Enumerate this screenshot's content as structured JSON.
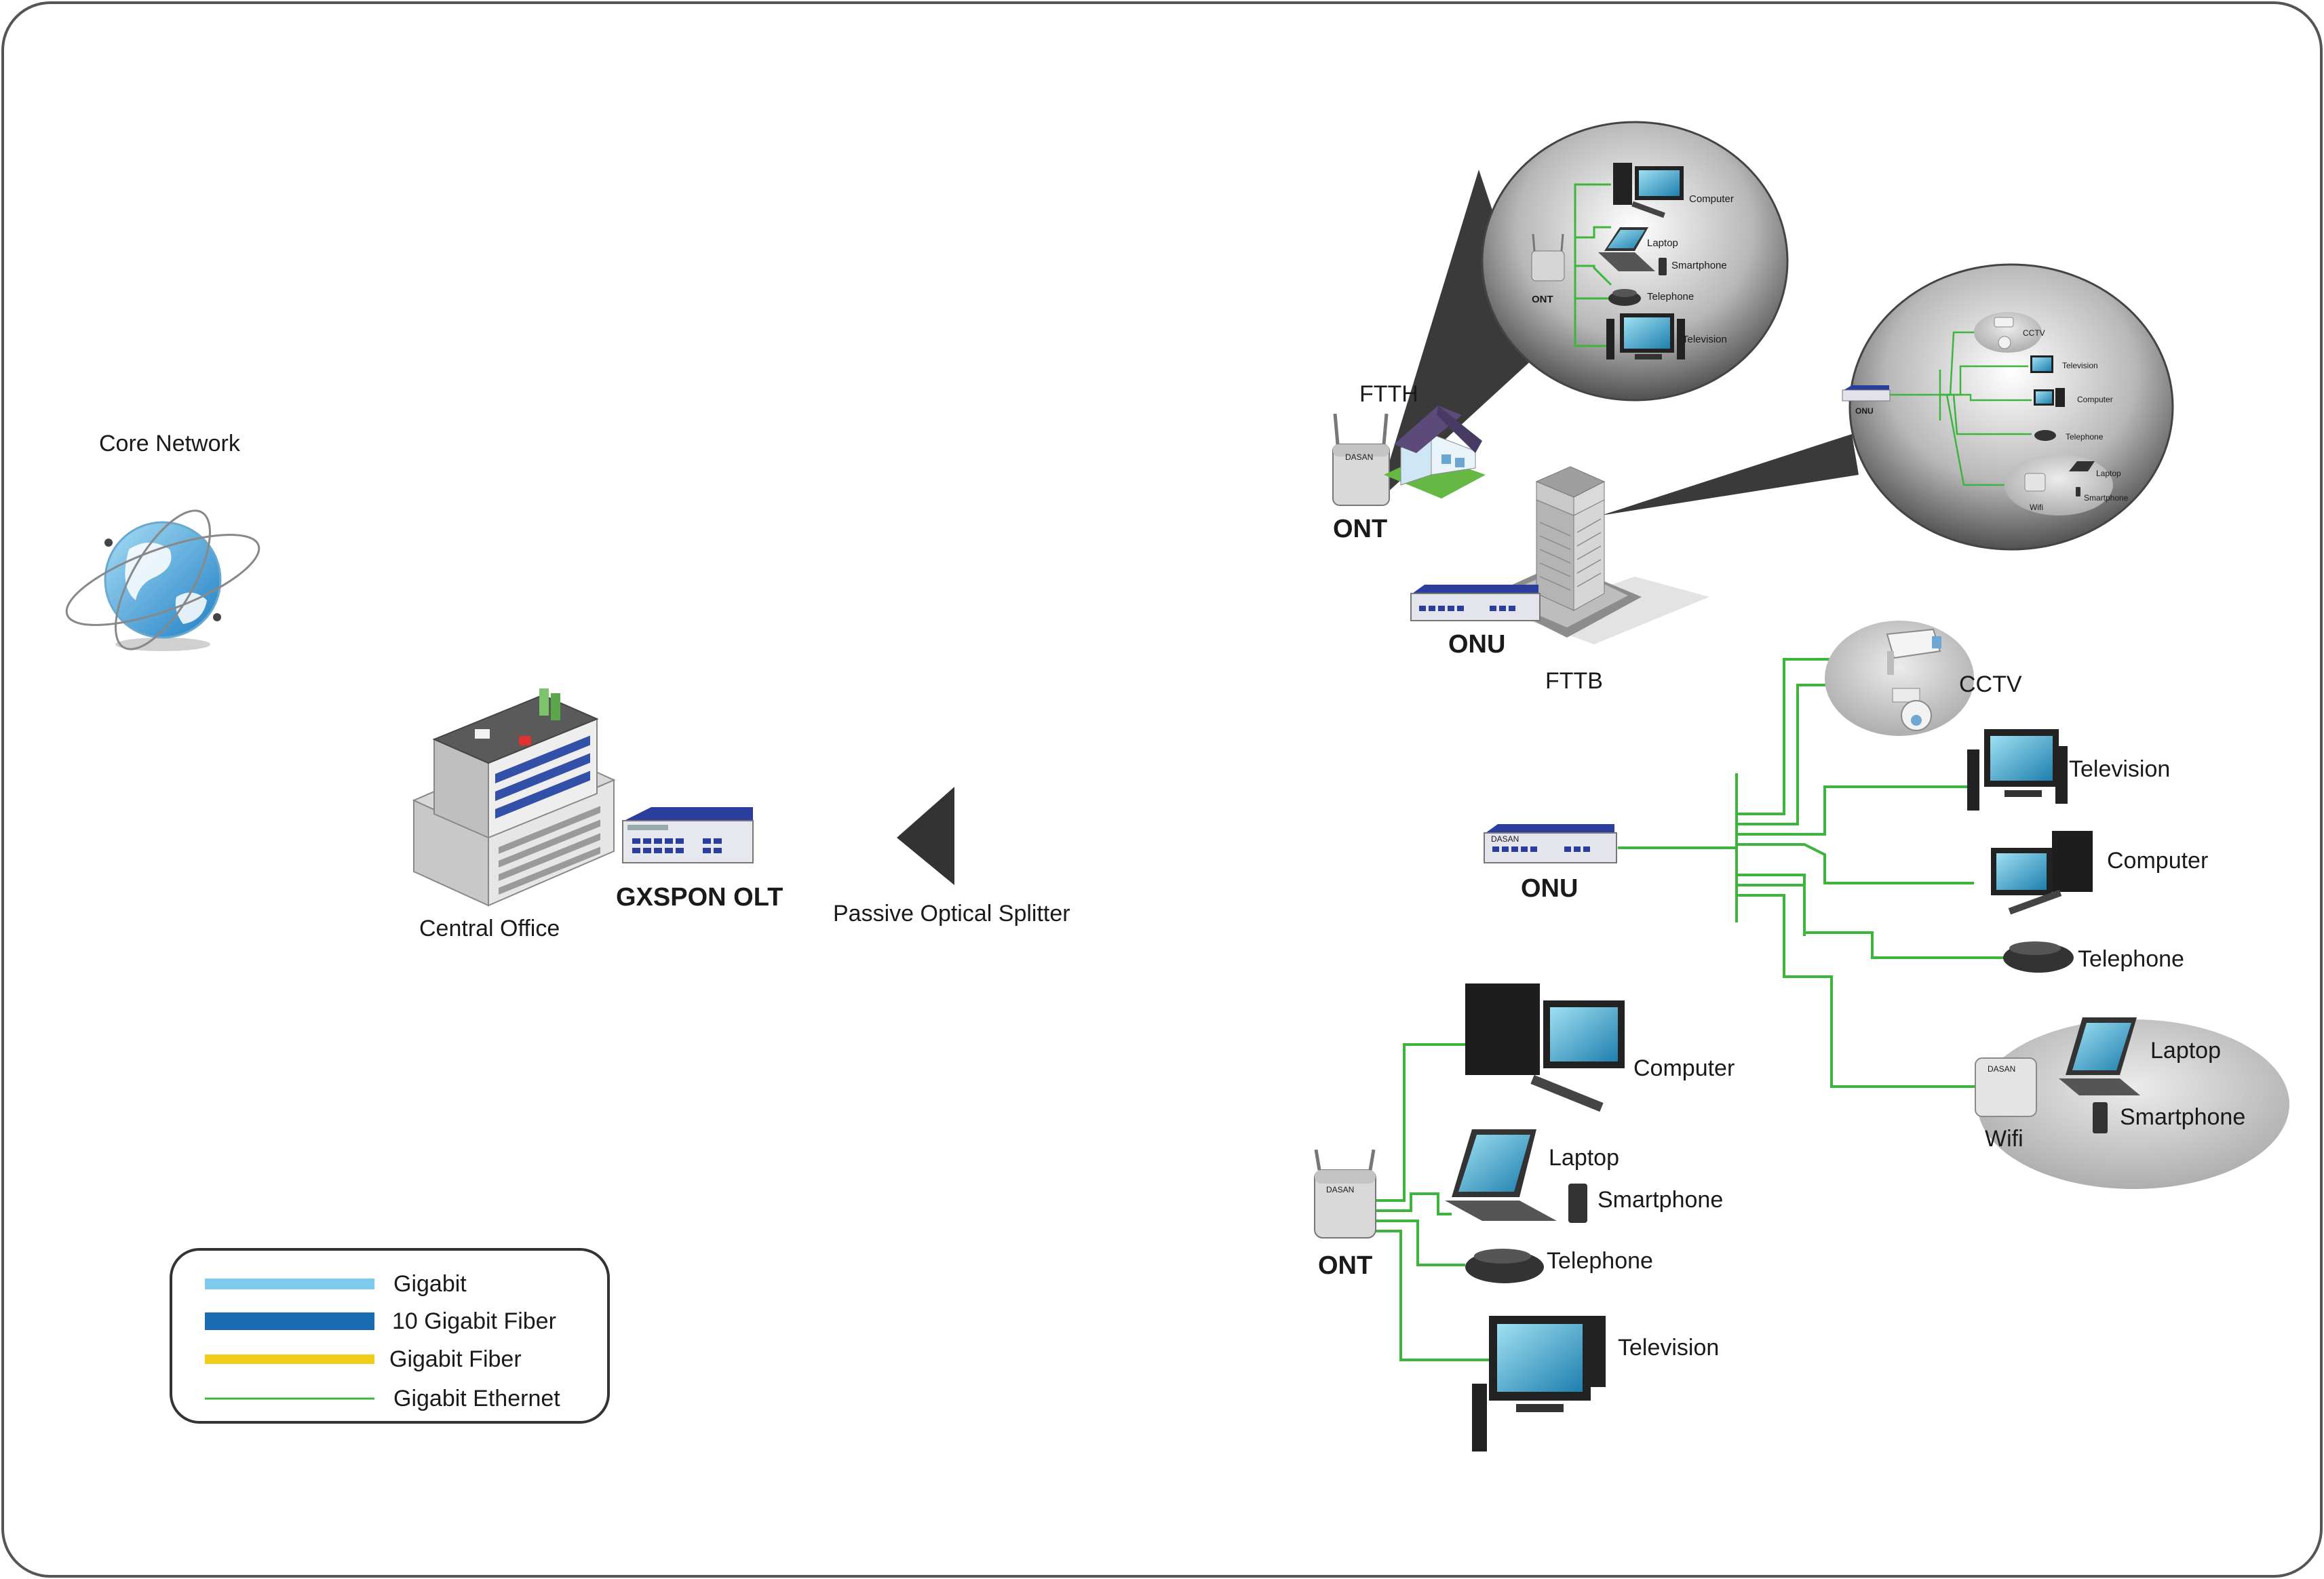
{
  "labels": {
    "core_network": "Core Network",
    "central_office": "Central Office",
    "olt": "GXSPON OLT",
    "splitter": "Passive Optical Splitter",
    "ftth": "FTTH",
    "fttb": "FTTB",
    "ont": "ONT",
    "onu": "ONU",
    "cctv": "CCTV",
    "television": "Television",
    "computer": "Computer",
    "telephone": "Telephone",
    "laptop": "Laptop",
    "smartphone": "Smartphone",
    "wifi": "Wifi",
    "device_brand": "DASAN"
  },
  "legend": {
    "items": [
      {
        "label": "Gigabit",
        "color": "#7fcbee"
      },
      {
        "label": "10 Gigabit Fiber",
        "color": "#1b6db3"
      },
      {
        "label": "Gigabit Fiber",
        "color": "#f2cc1a"
      },
      {
        "label": "Gigabit Ethernet",
        "color": "#3db53d"
      }
    ]
  },
  "colors": {
    "ethernet": "#3db53d",
    "frame": "#555555",
    "device_blue": "#2c3e9c",
    "screen": "#2a8fbf"
  }
}
